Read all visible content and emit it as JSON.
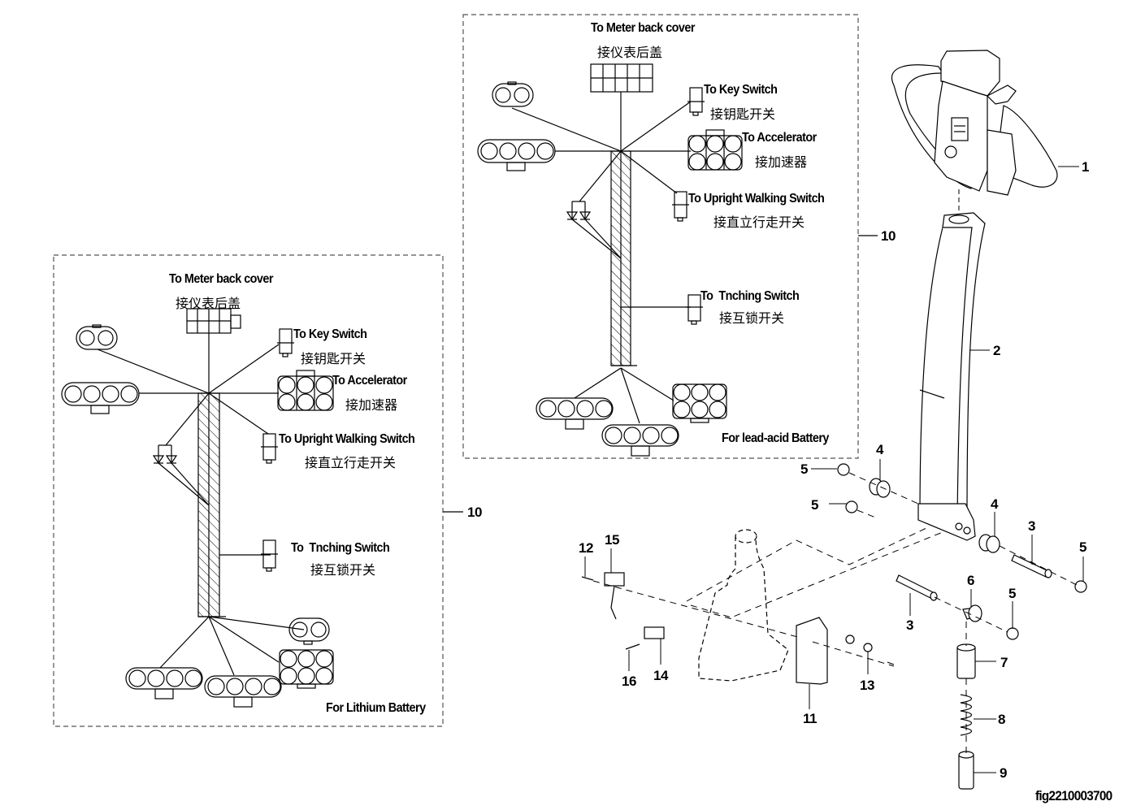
{
  "figure_id": "fig2210003700",
  "panels": {
    "lead_acid": {
      "caption": "For lead-acid Battery",
      "callout": "10",
      "connectors": {
        "meter": {
          "en": "To Meter back cover",
          "cn": "接仪表后盖"
        },
        "key_switch": {
          "en": "To Key Switch",
          "cn": "接钥匙开关"
        },
        "accelerator": {
          "en": "To Accelerator",
          "cn": "接加速器"
        },
        "upright_walking": {
          "en": "To Upright Walking Switch",
          "cn": "接直立行走开关"
        },
        "inching": {
          "en": "To  Tnching Switch",
          "cn": "接互锁开关"
        }
      }
    },
    "lithium": {
      "caption": "For Lithium Battery",
      "callout": "10",
      "connectors": {
        "meter": {
          "en": "To Meter back cover",
          "cn": "接仪表后盖"
        },
        "key_switch": {
          "en": "To Key Switch",
          "cn": "接钥匙开关"
        },
        "accelerator": {
          "en": "To Accelerator",
          "cn": "接加速器"
        },
        "upright_walking": {
          "en": "To Upright Walking Switch",
          "cn": "接直立行走开关"
        },
        "inching": {
          "en": "To  Tnching Switch",
          "cn": "接互锁开关"
        }
      }
    }
  },
  "callouts": {
    "handle": "1",
    "column": "2",
    "pin_a": "3",
    "pin_b": "3",
    "bushing_a": "4",
    "bushing_b": "4",
    "circlip_a": "5",
    "circlip_b": "5",
    "circlip_c": "5",
    "circlip_d": "5",
    "sleeve": "6",
    "spacer": "7",
    "spring": "8",
    "plunger": "9",
    "cover": "11",
    "screw_12": "12",
    "washer_set": "13",
    "block": "14",
    "sensor": "15",
    "screw_16": "16"
  }
}
